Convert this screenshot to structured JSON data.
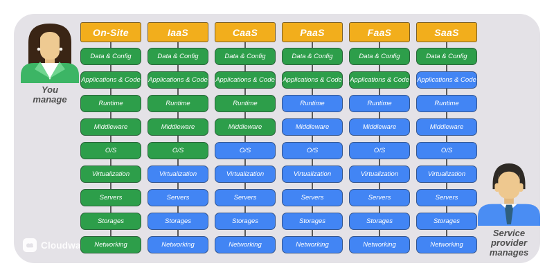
{
  "diagram": {
    "layers": [
      "Data & Config",
      "Applications & Code",
      "Runtime",
      "Middleware",
      "O/S",
      "Virtualization",
      "Servers",
      "Storages",
      "Networking"
    ],
    "columns": [
      {
        "label": "On-Site",
        "managed_by": [
          "user",
          "user",
          "user",
          "user",
          "user",
          "user",
          "user",
          "user",
          "user"
        ]
      },
      {
        "label": "IaaS",
        "managed_by": [
          "user",
          "user",
          "user",
          "user",
          "user",
          "provider",
          "provider",
          "provider",
          "provider"
        ]
      },
      {
        "label": "CaaS",
        "managed_by": [
          "user",
          "user",
          "user",
          "user",
          "provider",
          "provider",
          "provider",
          "provider",
          "provider"
        ]
      },
      {
        "label": "PaaS",
        "managed_by": [
          "user",
          "user",
          "provider",
          "provider",
          "provider",
          "provider",
          "provider",
          "provider",
          "provider"
        ]
      },
      {
        "label": "FaaS",
        "managed_by": [
          "user",
          "user",
          "provider",
          "provider",
          "provider",
          "provider",
          "provider",
          "provider",
          "provider"
        ]
      },
      {
        "label": "SaaS",
        "managed_by": [
          "user",
          "provider",
          "provider",
          "provider",
          "provider",
          "provider",
          "provider",
          "provider",
          "provider"
        ]
      }
    ],
    "colors": {
      "header_bg": "#f2ae1c",
      "user_managed": "#2d9e4a",
      "provider_managed": "#4285f4",
      "panel_bg": "#e4e2e7",
      "connector": "#5a5a5a",
      "text_on_fill": "#ffffff"
    }
  },
  "legend": {
    "left_lines": [
      "You",
      "manage"
    ],
    "right_lines": [
      "Service",
      "provider",
      "manages"
    ]
  },
  "logo": {
    "text": "Cloudwards"
  }
}
